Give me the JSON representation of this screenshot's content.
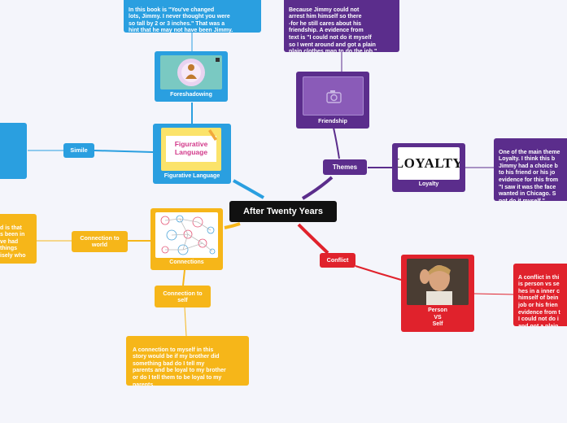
{
  "center": {
    "title": "After Twenty Years"
  },
  "themes": {
    "label": "Themes",
    "friendship": {
      "label": "Friendship",
      "quote": "Because Jimmy could not\narrest him himself so there\n-for he still cares about his\nfriendship. A evidence  from\ntext is \"I could not do it myself\nso I went around and got a plain\nplain clothes man to do the job.\""
    },
    "loyalty": {
      "label": "Loyalty",
      "image_word": "LOYALTY",
      "note": "One of the main theme\nLoyalty. I think this b\nJimmy had a choice b\nto his friend or his jo\nevidence for this from\n\"I saw it was the face\nwanted in Chicago. S\nnot do it myself.\""
    }
  },
  "conflict": {
    "label": "Conflict",
    "person_vs_self": "Person\nVS\nSelf",
    "note": "A conflict in thi\nis person vs se\nhes in a inner c\nhimself of bein\njob or his frien\nevidence from t\nI could not do i\nand got a plain"
  },
  "figurative": {
    "label": "Figurative Language",
    "image_text": "Figurative\nLanguage",
    "simile": "Simile",
    "foreshadowing": {
      "label": "Foreshadowing",
      "quote": "In this book is \"You've changed\nlots, Jimmy. I never thought you were\nso tall by 2 or 3 inches.\" That was a\nhint that he may not have been Jimmy."
    }
  },
  "connections": {
    "label": "Connections",
    "to_world": "Connection to\nworld",
    "to_world_note": "d is that\ns been in\nve had\nthings\nisely who",
    "to_self": "Connection to\nself",
    "to_self_note": "A connection to myself in this\nstory would be if my brother did\nsomething bad do I tell my\nparents and be loyal to my brother\nor do I tell them to be loyal to my\nparents."
  },
  "colors": {
    "purple": "#5b2d8c",
    "blue": "#2a9fe0",
    "yellow": "#f6b619",
    "red": "#e0222c",
    "center": "#111111"
  }
}
